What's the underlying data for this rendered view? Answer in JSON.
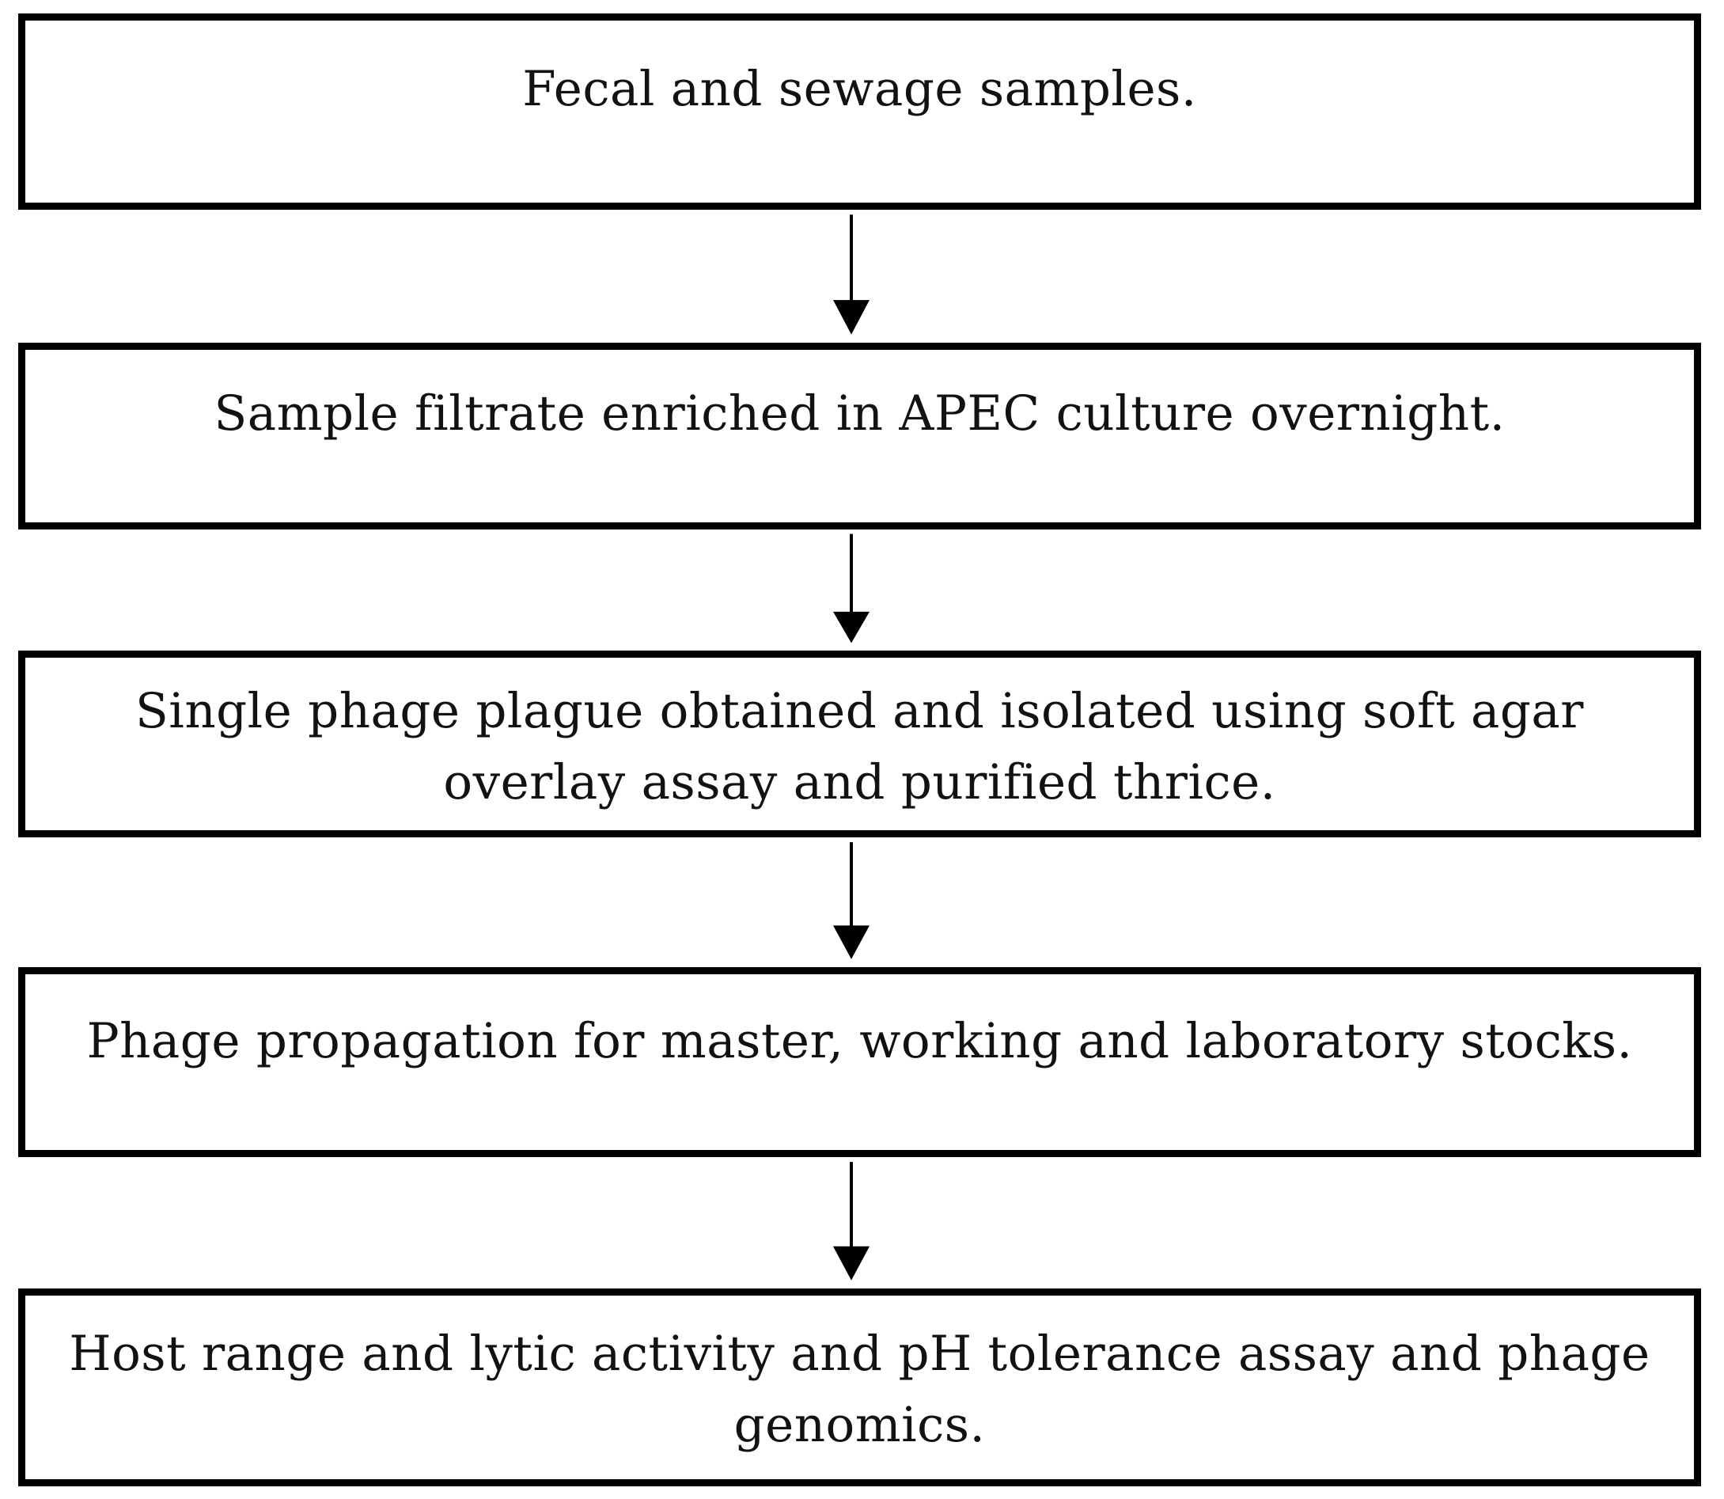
{
  "flowchart": {
    "type": "flowchart",
    "direction": "top-down",
    "steps": [
      {
        "label": "Fecal and sewage samples."
      },
      {
        "label": "Sample filtrate enriched in APEC culture overnight."
      },
      {
        "label": "Single phage plague obtained and isolated using soft agar overlay assay and purified thrice."
      },
      {
        "label": "Phage propagation for master, working and laboratory stocks."
      },
      {
        "label": "Host range and lytic activity and pH tolerance assay and phage genomics."
      }
    ],
    "connectors": [
      {
        "from_step": 1,
        "to_step": 2,
        "style": "arrow-down"
      },
      {
        "from_step": 2,
        "to_step": 3,
        "style": "arrow-down"
      },
      {
        "from_step": 3,
        "to_step": 4,
        "style": "arrow-down"
      },
      {
        "from_step": 4,
        "to_step": 5,
        "style": "arrow-down"
      }
    ],
    "colors": {
      "box_border": "#000000",
      "box_fill": "#ffffff",
      "text": "#121212",
      "arrow": "#000000",
      "background": "#ffffff"
    }
  }
}
